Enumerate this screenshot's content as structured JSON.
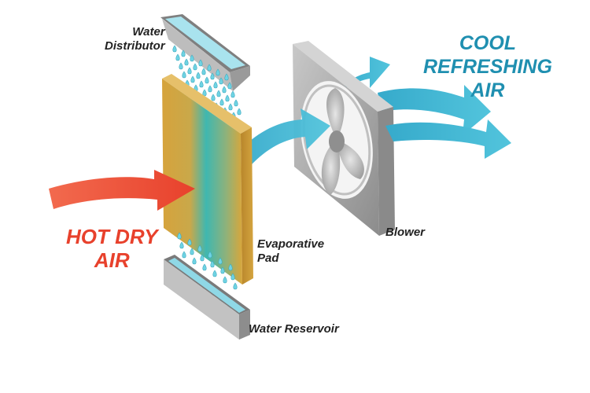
{
  "labels": {
    "water_distributor_line1": "Water",
    "water_distributor_line2": "Distributor",
    "evaporative_pad_line1": "Evaporative",
    "evaporative_pad_line2": "Pad",
    "blower": "Blower",
    "water_reservoir": "Water Reservoir"
  },
  "airflow": {
    "hot_line1": "HOT DRY",
    "hot_line2": "AIR",
    "cool_line1": "COOL",
    "cool_line2": "REFRESHING",
    "cool_line3": "AIR"
  },
  "colors": {
    "hot": "#e8412c",
    "cool": "#2bb0cc",
    "cool_text": "#1f8fb0",
    "pad": "#d9a63a",
    "metal": "#9a9a9a",
    "water": "#5fd0e0"
  }
}
